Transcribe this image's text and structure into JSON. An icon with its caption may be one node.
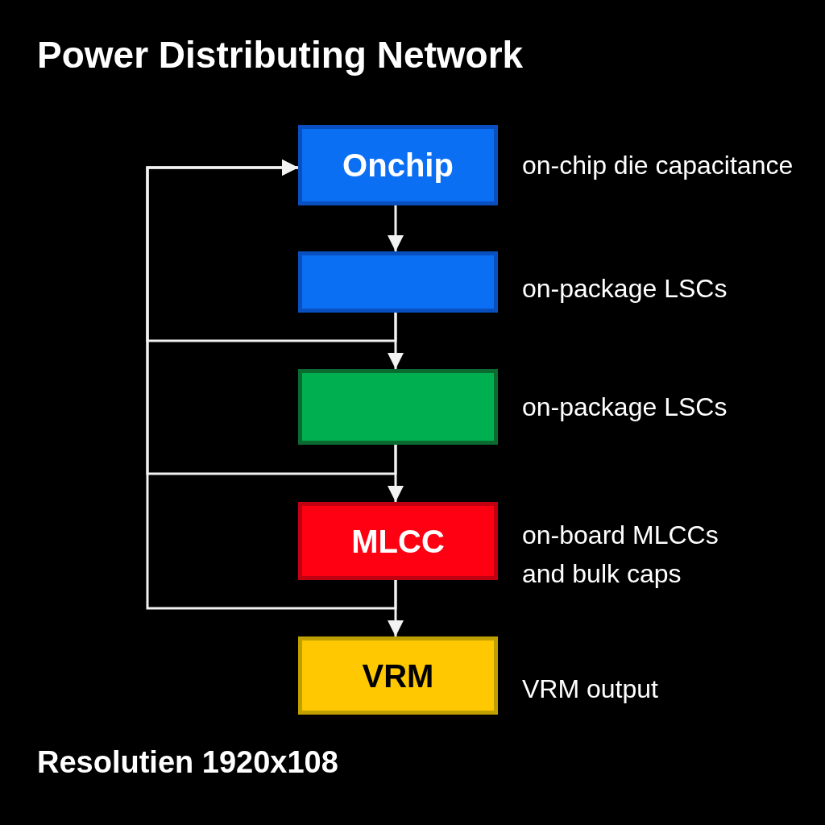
{
  "diagram": {
    "title": "Power Distributing Network",
    "nodes": [
      {
        "text": [
          "Onchip"
        ],
        "beside": [
          "on-chip die capacitance"
        ]
      },
      {
        "text": [],
        "shape": "box",
        "beside": [
          "on-package LSCs"
        ]
      },
      {
        "text": [],
        "shape": "box",
        "beside": [
          "on-package LSCs"
        ]
      },
      {
        "text": [
          "MLCC"
        ],
        "beside": [
          "on-board MLCCs and bulk caps"
        ]
      },
      {
        "text": [
          "VRM"
        ],
        "beside": [
          "VRM output"
        ]
      }
    ],
    "edges": [
      {
        "from": 0,
        "to": 1,
        "arrow": "to"
      },
      {
        "from": 1,
        "to": 2,
        "arrow": "to"
      },
      {
        "from": 2,
        "to": 3,
        "arrow": "to"
      },
      {
        "from": 3,
        "to": 4,
        "arrow": "to"
      },
      {
        "from": 1,
        "to": 0,
        "arrow": "to"
      },
      {
        "from": 2,
        "to": 0,
        "arrow": "to"
      },
      {
        "from": 3,
        "to": 0,
        "arrow": "to"
      }
    ],
    "labels": [
      "Resolutien 1920x108"
    ]
  }
}
